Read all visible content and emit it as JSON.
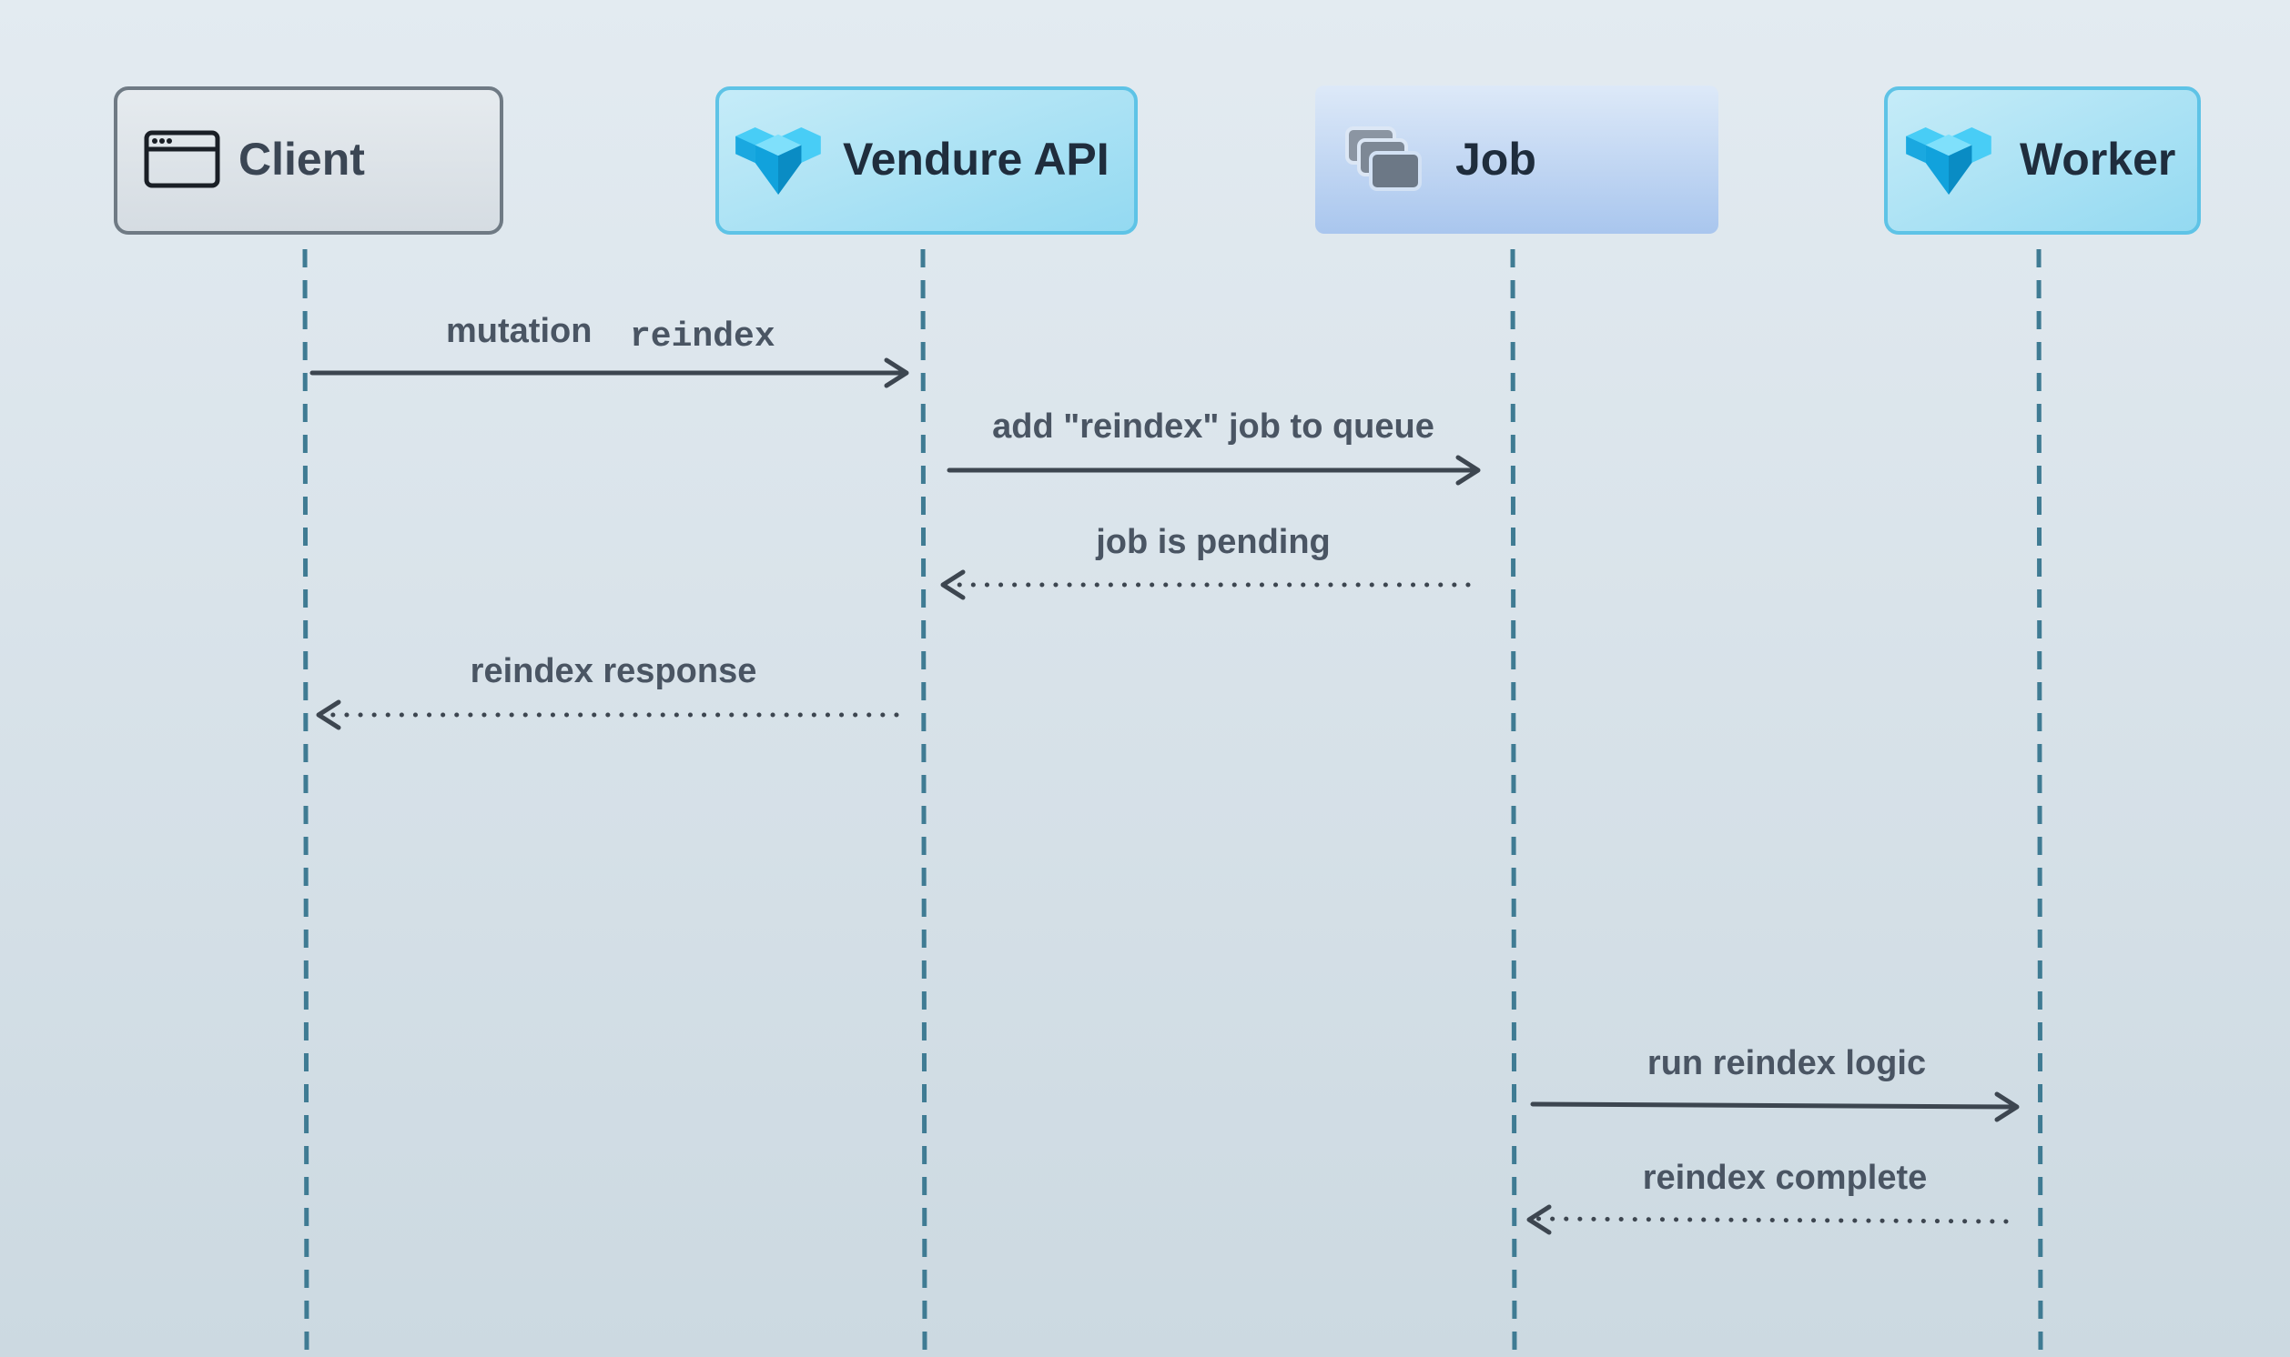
{
  "actors": [
    {
      "id": "client",
      "label": "Client",
      "icon": "browser-window-icon"
    },
    {
      "id": "api",
      "label": "Vendure API",
      "icon": "vendure-logo-icon"
    },
    {
      "id": "job",
      "label": "Job",
      "icon": "stacked-cards-icon"
    },
    {
      "id": "worker",
      "label": "Worker",
      "icon": "vendure-logo-icon"
    }
  ],
  "messages": [
    {
      "from": "client",
      "to": "api",
      "style": "solid",
      "label": "mutation",
      "code": "reindex"
    },
    {
      "from": "api",
      "to": "job",
      "style": "solid",
      "label": "add \"reindex\" job to queue"
    },
    {
      "from": "job",
      "to": "api",
      "style": "dotted",
      "label": "job is pending"
    },
    {
      "from": "api",
      "to": "client",
      "style": "dotted",
      "label": "reindex response"
    },
    {
      "from": "job",
      "to": "worker",
      "style": "solid",
      "label": "run reindex logic"
    },
    {
      "from": "worker",
      "to": "job",
      "style": "dotted",
      "label": "reindex complete"
    }
  ],
  "colors": {
    "lifeline": "#3f7b93",
    "arrow": "#3d4650",
    "vendure_blue": "#17b9f0",
    "client_box": "#dde3e8",
    "api_box": "#aee3f4",
    "job_box": "#bcd3f2"
  }
}
